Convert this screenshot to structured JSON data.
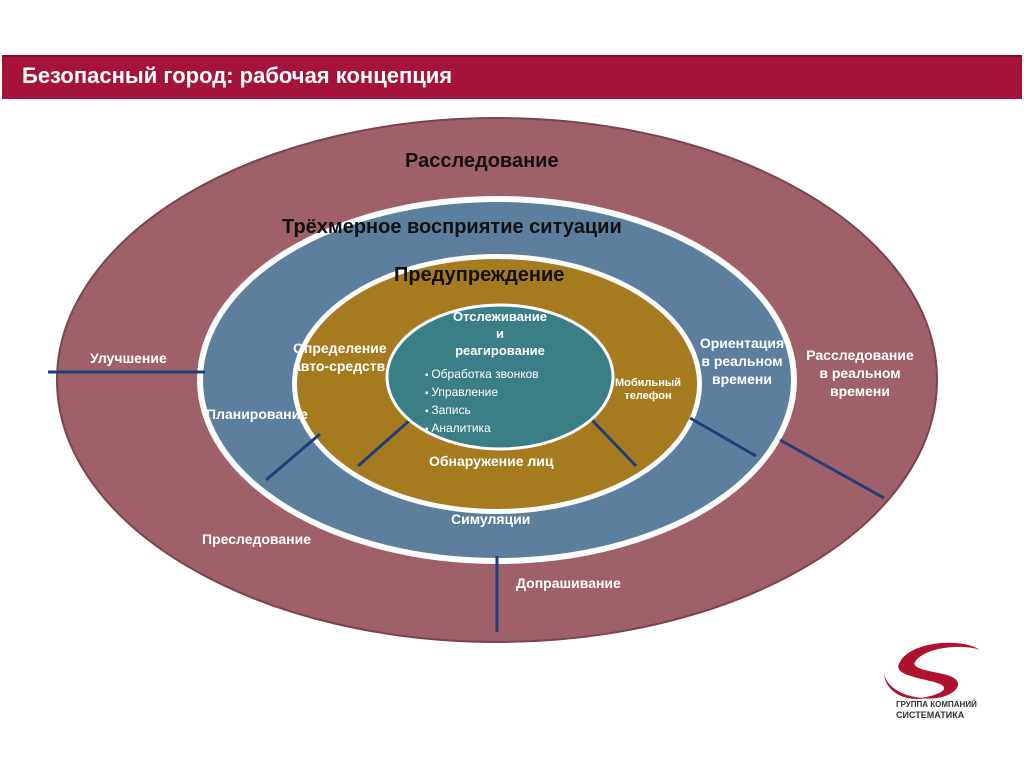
{
  "header": {
    "title": "Безопасный город: рабочая концепция"
  },
  "rings": {
    "outer": {
      "top": "Расследование",
      "left": "Улучшение",
      "right_lines": [
        "Расследование",
        "в реальном",
        "времени"
      ],
      "bottom_left": "Преследование",
      "bottom": "Допрашивание"
    },
    "middle": {
      "top": "Трёхмерное восприятие ситуации",
      "left": "Планирование",
      "right_lines": [
        "Ориентация",
        "в реальном",
        "времени"
      ],
      "bottom": "Симуляции"
    },
    "inner": {
      "top": "Предупреждение",
      "left_lines": [
        "Определение",
        "авто-средств"
      ],
      "right_lines": [
        "Мобильный",
        "телефон"
      ],
      "bottom": "Обнаружение лиц"
    },
    "core": {
      "title_lines": [
        "Отслеживание",
        "и",
        "реагирование"
      ],
      "bullets": [
        "Обработка звонков",
        "Управление",
        "Запись",
        "Аналитика"
      ]
    }
  },
  "colors": {
    "brand": "#a6133a",
    "outer_ring": "#a0606a",
    "middle_ring": "#5c7f9e",
    "inner_ring": "#a67b1f",
    "core": "#3b7f86",
    "divider": "#1f3d7a"
  },
  "logo": {
    "line1": "ГРУППА КОМПАНИЙ",
    "line2": "СИСТЕМАТИКА"
  }
}
